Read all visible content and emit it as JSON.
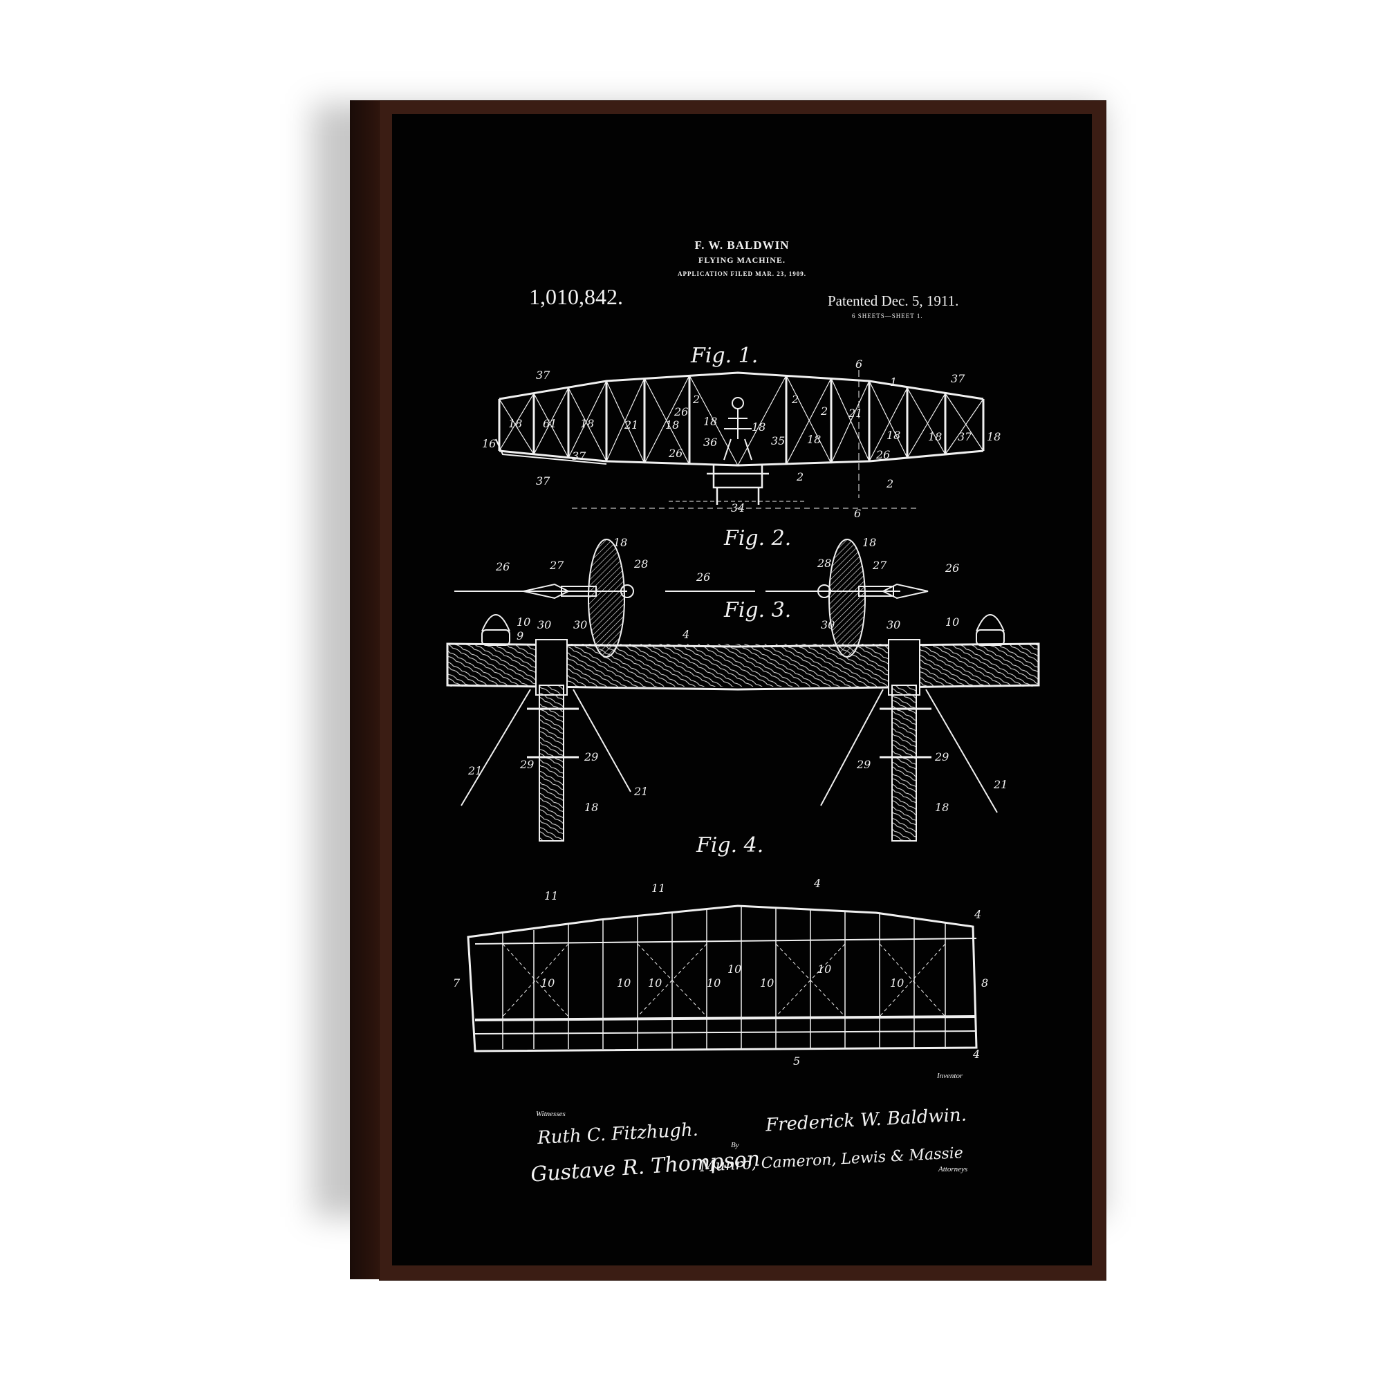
{
  "poster": {
    "header": {
      "inventor": "F. W. BALDWIN",
      "title": "FLYING MACHINE.",
      "filed": "APPLICATION FILED MAR. 23, 1909."
    },
    "patent_number": "1,010,842.",
    "patented": "Patented Dec. 5, 1911.",
    "sheets": "6 SHEETS—SHEET 1.",
    "figures": {
      "fig1": "Fig. 1.",
      "fig2": "Fig. 2.",
      "fig3": "Fig. 3.",
      "fig4": "Fig. 4."
    },
    "labels": {
      "fig1": [
        "37",
        "37",
        "37",
        "16",
        "18",
        "61",
        "18",
        "21",
        "18",
        "26",
        "18",
        "26",
        "36",
        "18",
        "35",
        "18",
        "21",
        "18",
        "18",
        "37",
        "18",
        "2",
        "2",
        "2",
        "26",
        "2",
        "2",
        "1",
        "6",
        "6",
        "34",
        "37"
      ],
      "fig2": [
        "18",
        "27",
        "28",
        "26",
        "26",
        "18",
        "28",
        "27",
        "26"
      ],
      "fig3": [
        "10",
        "9",
        "30",
        "30",
        "4",
        "30",
        "30",
        "10",
        "21",
        "29",
        "29",
        "18",
        "21",
        "29",
        "29",
        "18",
        "21"
      ],
      "fig4": [
        "11",
        "11",
        "4",
        "4",
        "7",
        "10",
        "10",
        "10",
        "10",
        "10",
        "10",
        "10",
        "10",
        "8",
        "5",
        "4"
      ]
    },
    "signatures": {
      "witnesses_label": "Witnesses",
      "witness1": "Ruth C. Fitzhugh.",
      "witness2": "Gustave R. Thompson",
      "inventor_label": "Inventor",
      "inventor_sig": "Frederick W. Baldwin.",
      "by": "By",
      "attorneys_sig": "Munro, Cameron, Lewis & Massie",
      "attorneys_label": "Attorneys"
    }
  },
  "colors": {
    "frame": "#3b1d14",
    "canvas": "#020202",
    "ink": "#f2f2f2"
  }
}
